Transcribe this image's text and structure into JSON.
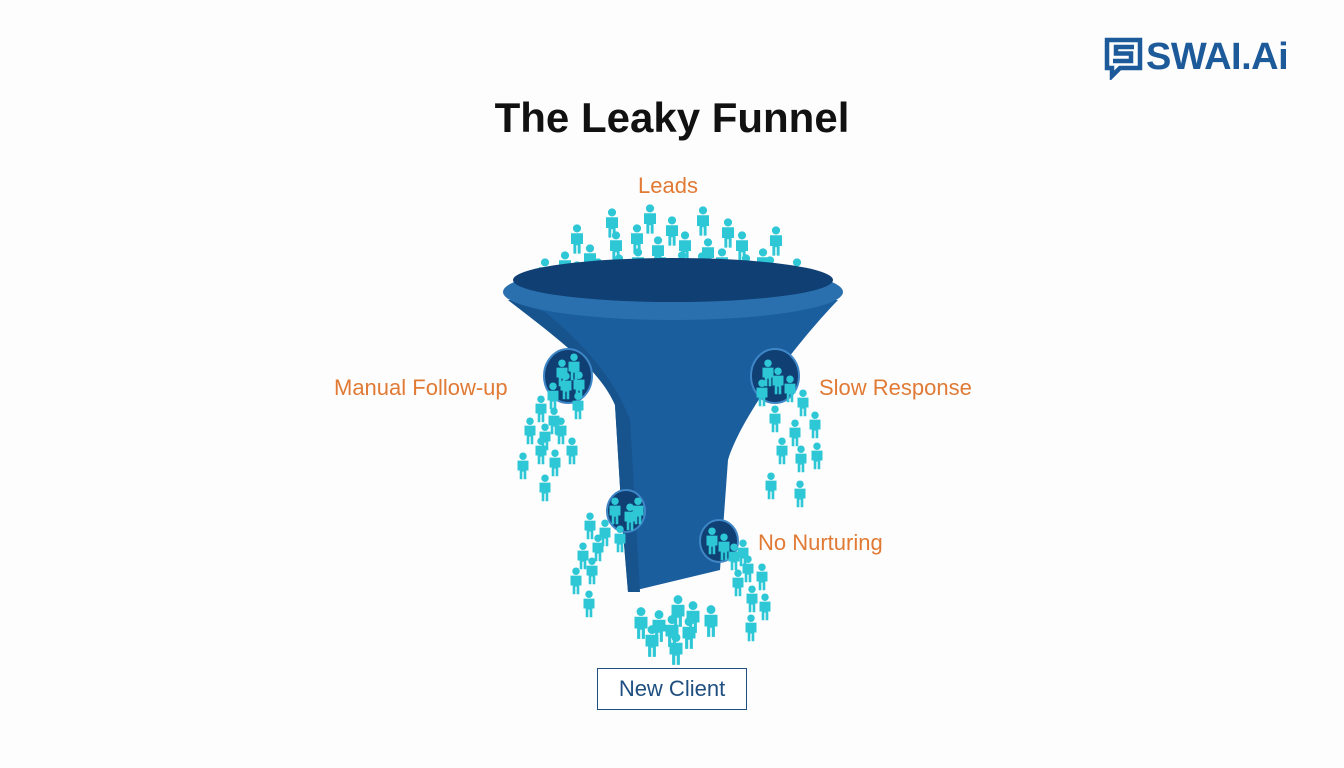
{
  "brand": {
    "name": "SWAI.Ai",
    "color": "#1d5a9a"
  },
  "title": "The Leaky Funnel",
  "labels": {
    "leads": "Leads",
    "leak_1": "Manual Follow-up",
    "leak_2": "Slow Response",
    "leak_3": "No Nurturing"
  },
  "outcome": "New Client",
  "colors": {
    "funnel": "#1a5e9e",
    "funnel_dark": "#0f3f73",
    "people": "#2ec7d6",
    "label": "#e07a35"
  }
}
